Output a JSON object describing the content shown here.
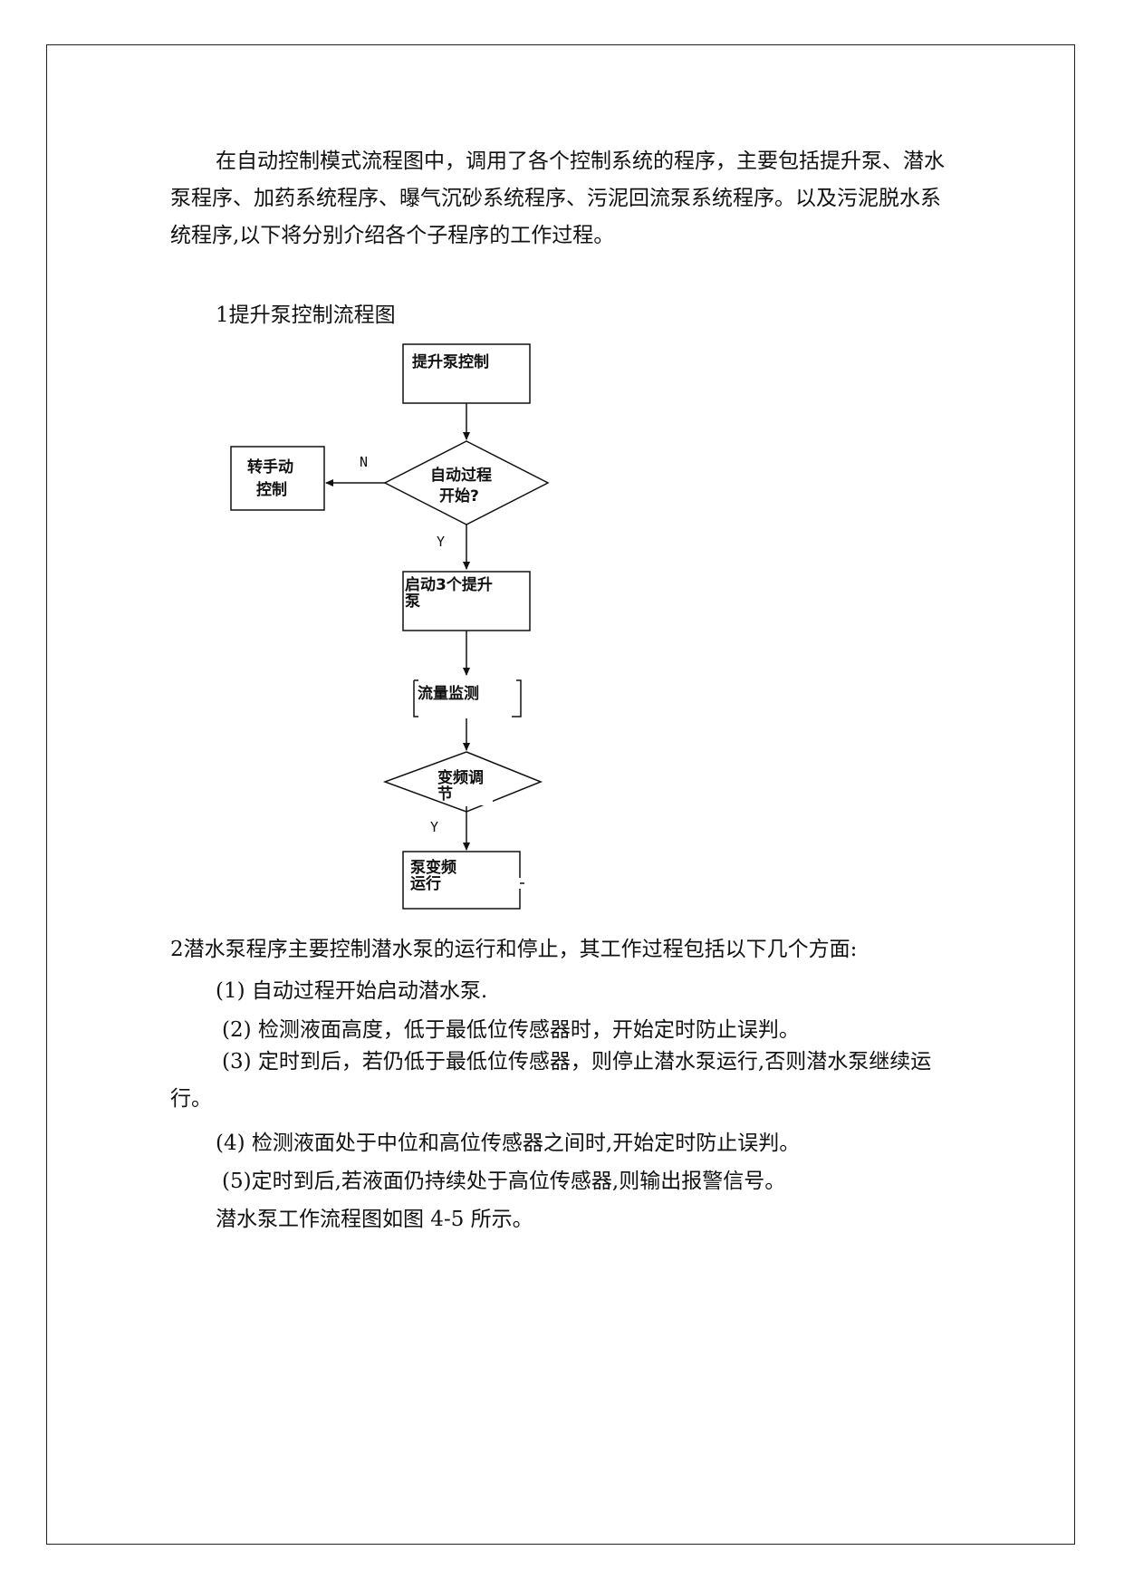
{
  "intro": "在自动控制模式流程图中，调用了各个控制系统的程序，主要包括提升泵、潜水泵程序、加药系统程序、曝气沉砂系统程序、污泥回流泵系统程序。以及污泥脱水系统程序,以下将分别介绍各个子程序的工作过程。",
  "section1_title": "1提升泵控制流程图",
  "flowchart": {
    "start": "提升泵控制",
    "decision1": [
      "自动过程",
      "开始?"
    ],
    "manual": [
      "转手动",
      "控制"
    ],
    "label_n": "N",
    "label_y1": "Y",
    "start_pumps": [
      "启动3个提升",
      "泵"
    ],
    "flow_monitor": "流量监测",
    "decision2": [
      "变频调",
      "节"
    ],
    "label_y2": "Y",
    "pump_run": [
      "泵变频",
      "运行"
    ]
  },
  "section2_title": "2潜水泵程序主要控制潜水泵的运行和停止，其工作过程包括以下几个方面:",
  "items": [
    "(1) 自动过程开始启动潜水泵.",
    "(2) 检测液面高度，低于最低位传感器时，开始定时防止误判。",
    "(3) 定时到后，若仍低于最低位传感器，则停止潜水泵运行,否则潜水泵继续运行。",
    "(4) 检测液面处于中位和高位传感器之间时,开始定时防止误判。",
    "(5)定时到后,若液面仍持续处于高位传感器,则输出报警信号。"
  ],
  "closing": "潜水泵工作流程图如图 4-5 所示。"
}
